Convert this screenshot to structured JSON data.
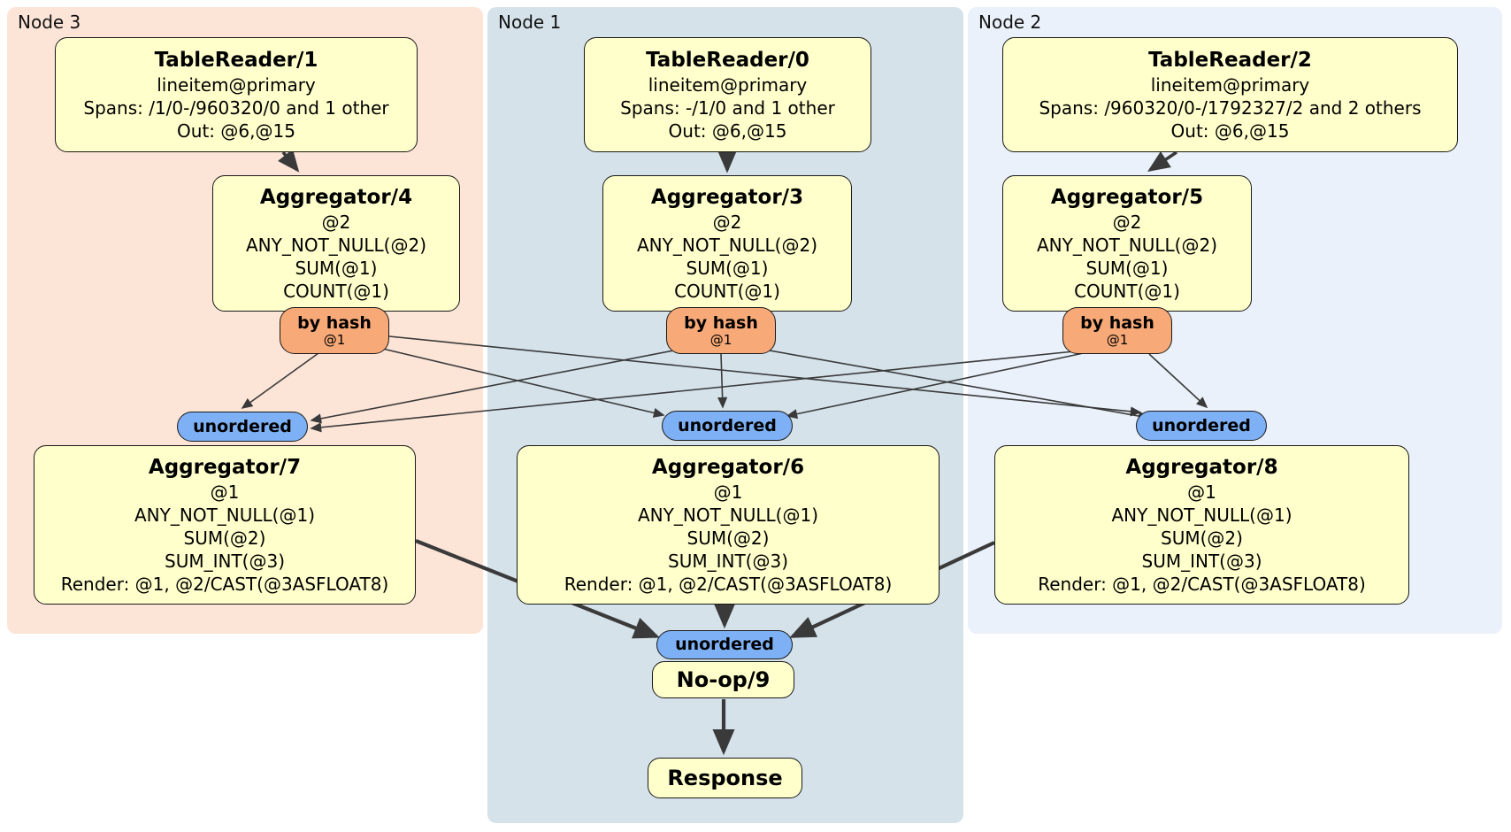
{
  "regions": {
    "node3": {
      "label": "Node 3"
    },
    "node1": {
      "label": "Node 1"
    },
    "node2": {
      "label": "Node 2"
    }
  },
  "boxes": {
    "tr1": {
      "title": "TableReader/1",
      "line1": "lineitem@primary",
      "line2": "Spans: /1/0-/960320/0 and 1 other",
      "line3": "Out: @6,@15"
    },
    "tr0": {
      "title": "TableReader/0",
      "line1": "lineitem@primary",
      "line2": "Spans: -/1/0 and 1 other",
      "line3": "Out: @6,@15"
    },
    "tr2": {
      "title": "TableReader/2",
      "line1": "lineitem@primary",
      "line2": "Spans: /960320/0-/1792327/2 and 2 others",
      "line3": "Out: @6,@15"
    },
    "agg4": {
      "title": "Aggregator/4",
      "line1": "@2",
      "line2": "ANY_NOT_NULL(@2)",
      "line3": "SUM(@1)",
      "line4": "COUNT(@1)"
    },
    "agg3": {
      "title": "Aggregator/3",
      "line1": "@2",
      "line2": "ANY_NOT_NULL(@2)",
      "line3": "SUM(@1)",
      "line4": "COUNT(@1)"
    },
    "agg5": {
      "title": "Aggregator/5",
      "line1": "@2",
      "line2": "ANY_NOT_NULL(@2)",
      "line3": "SUM(@1)",
      "line4": "COUNT(@1)"
    },
    "agg7": {
      "title": "Aggregator/7",
      "line1": "@1",
      "line2": "ANY_NOT_NULL(@1)",
      "line3": "SUM(@2)",
      "line4": "SUM_INT(@3)",
      "line5": "Render: @1, @2/CAST(@3ASFLOAT8)"
    },
    "agg6": {
      "title": "Aggregator/6",
      "line1": "@1",
      "line2": "ANY_NOT_NULL(@1)",
      "line3": "SUM(@2)",
      "line4": "SUM_INT(@3)",
      "line5": "Render: @1, @2/CAST(@3ASFLOAT8)"
    },
    "agg8": {
      "title": "Aggregator/8",
      "line1": "@1",
      "line2": "ANY_NOT_NULL(@1)",
      "line3": "SUM(@2)",
      "line4": "SUM_INT(@3)",
      "line5": "Render: @1, @2/CAST(@3ASFLOAT8)"
    },
    "noop": {
      "title": "No-op/9"
    },
    "response": {
      "title": "Response"
    }
  },
  "routers": {
    "left": {
      "label": "by hash",
      "stream": "@1"
    },
    "middle": {
      "label": "by hash",
      "stream": "@1"
    },
    "right": {
      "label": "by hash",
      "stream": "@1"
    }
  },
  "syncs": {
    "left": {
      "label": "unordered"
    },
    "middle": {
      "label": "unordered"
    },
    "right": {
      "label": "unordered"
    },
    "final": {
      "label": "unordered"
    }
  },
  "colors": {
    "node3_bg": "#fce4d7",
    "node1_bg": "#d5e2ea",
    "node2_bg": "#eaf1fa",
    "processor_bg": "#ffffcc",
    "router_bg": "#f7a977",
    "sync_bg": "#7db0f4",
    "edge": "#3a3a3a"
  }
}
